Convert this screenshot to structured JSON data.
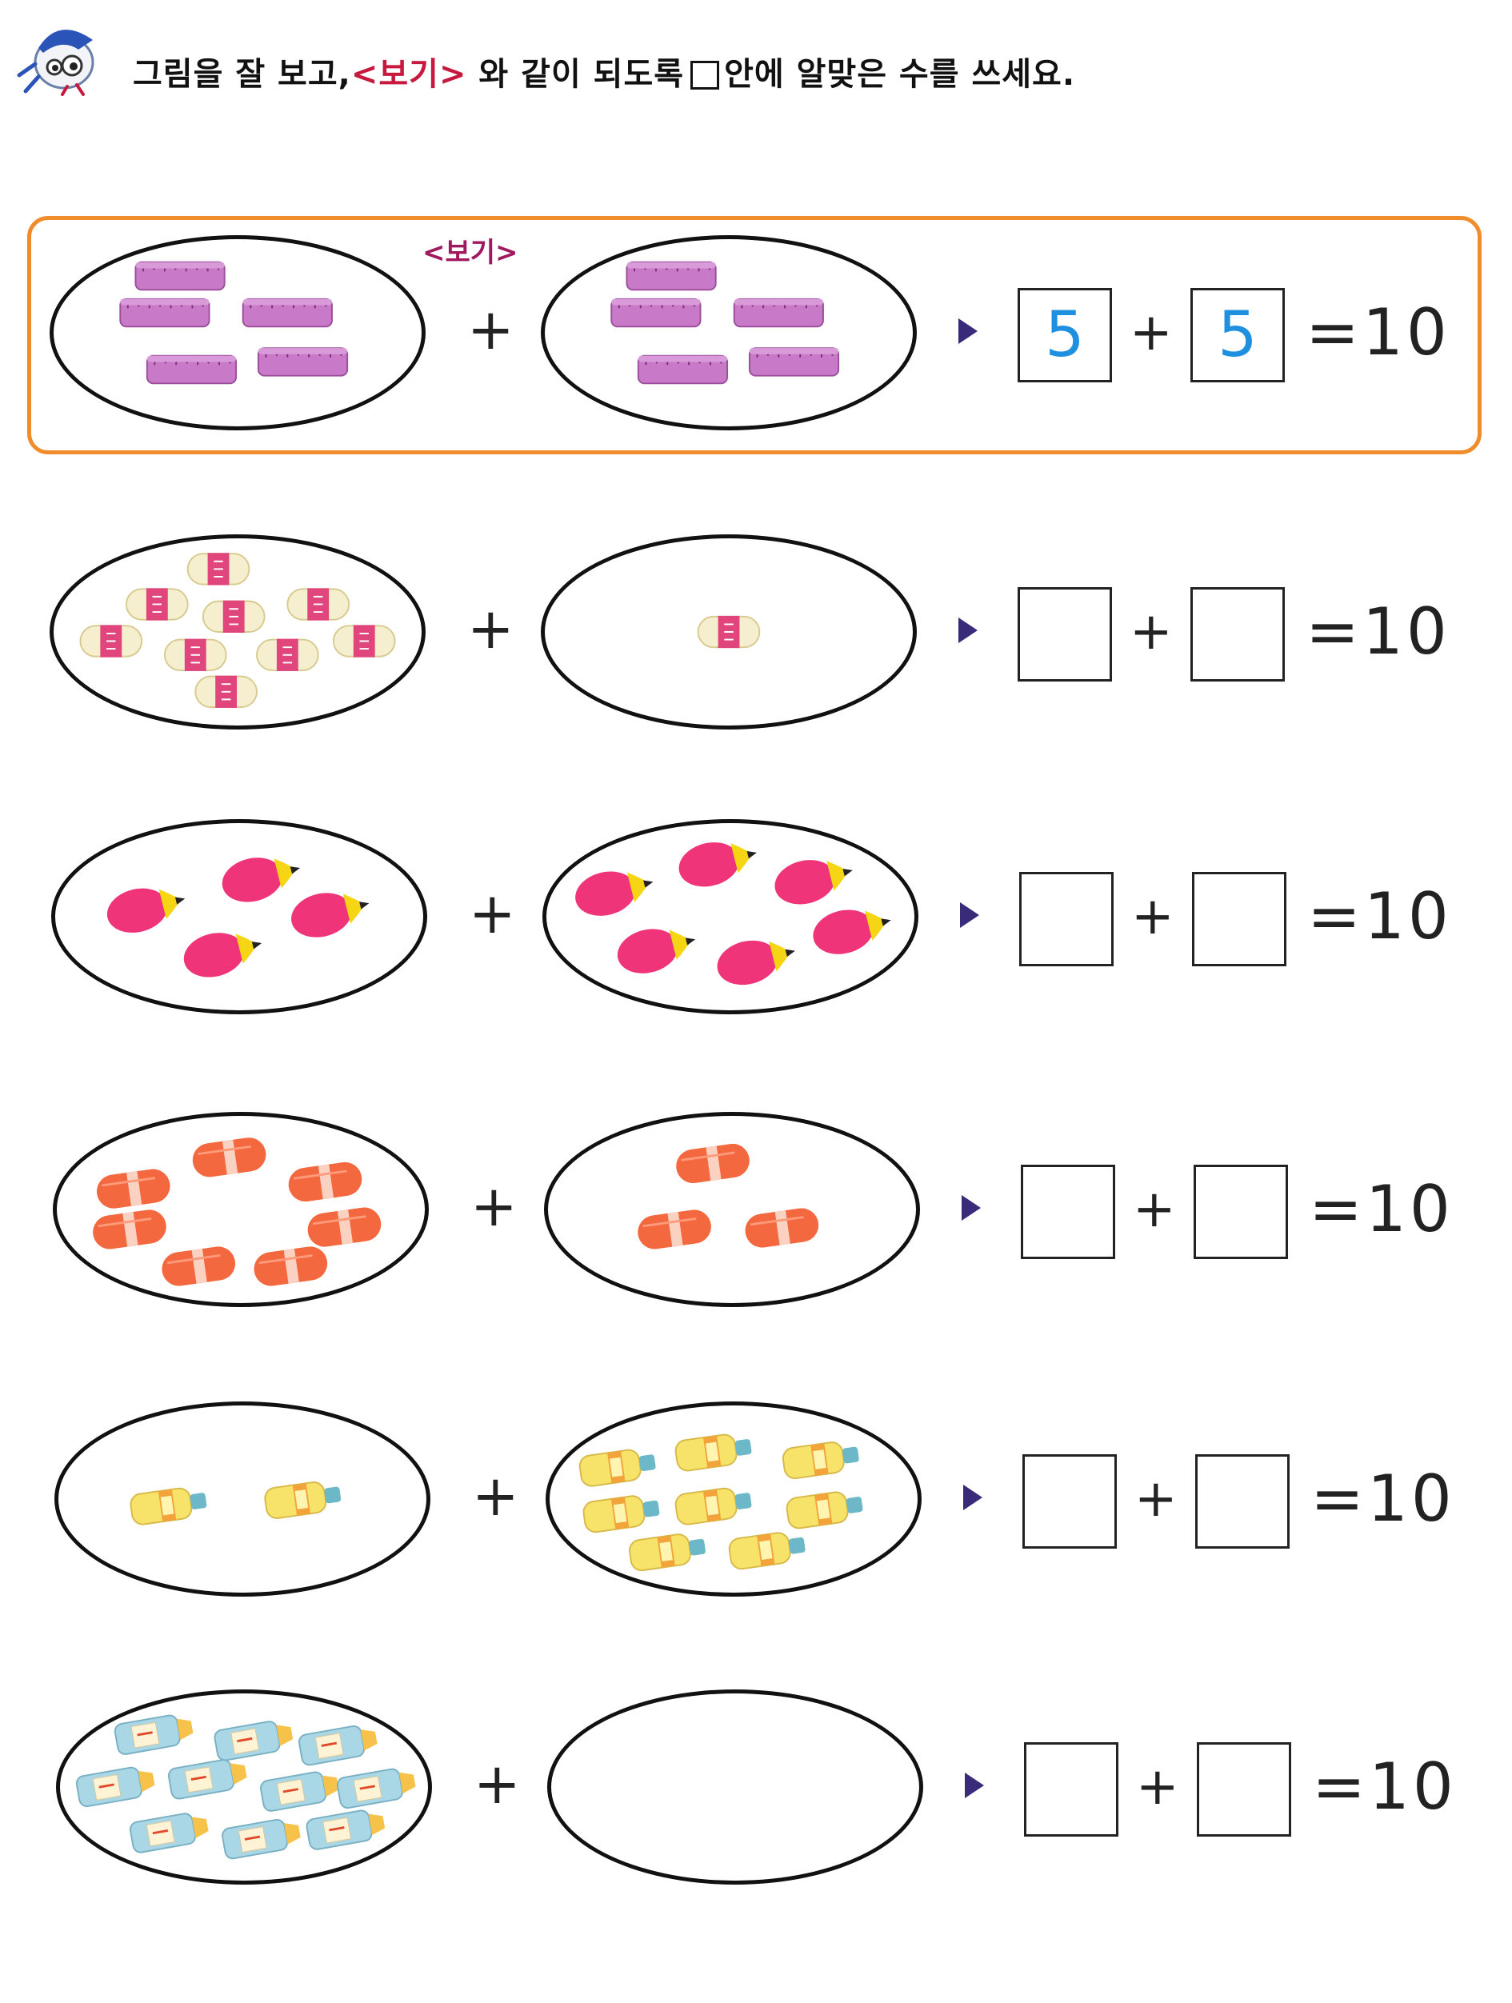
{
  "instruction": {
    "prefix": "그림을 잘 보고,",
    "bogi": "<보기>",
    "middle": " 와 같이 되도록",
    "suffix": "안에 알맞은 수를 쓰세요."
  },
  "example_label": "<보기>",
  "plus_symbol": "+",
  "equals_text": "=10",
  "colors": {
    "frame": "#f08c2c",
    "answer_digit": "#1f8fe0",
    "arrow": "#3a2a7a",
    "bogi_text": "#c7193e"
  },
  "problems": [
    {
      "item_icon": "pencil-case-icon",
      "left_count": 5,
      "right_count": 5,
      "answers": [
        "5",
        "5"
      ]
    },
    {
      "item_icon": "chalk-icon",
      "left_count": 9,
      "right_count": 1,
      "answers": [
        "",
        ""
      ]
    },
    {
      "item_icon": "pencil-icon",
      "left_count": 4,
      "right_count": 6,
      "answers": [
        "",
        ""
      ]
    },
    {
      "item_icon": "eraser-icon",
      "left_count": 7,
      "right_count": 3,
      "answers": [
        "",
        ""
      ]
    },
    {
      "item_icon": "glue-bottle-icon",
      "left_count": 2,
      "right_count": 8,
      "answers": [
        "",
        ""
      ]
    },
    {
      "item_icon": "milk-bottle-icon",
      "left_count": 10,
      "right_count": 0,
      "answers": [
        "",
        ""
      ]
    }
  ]
}
